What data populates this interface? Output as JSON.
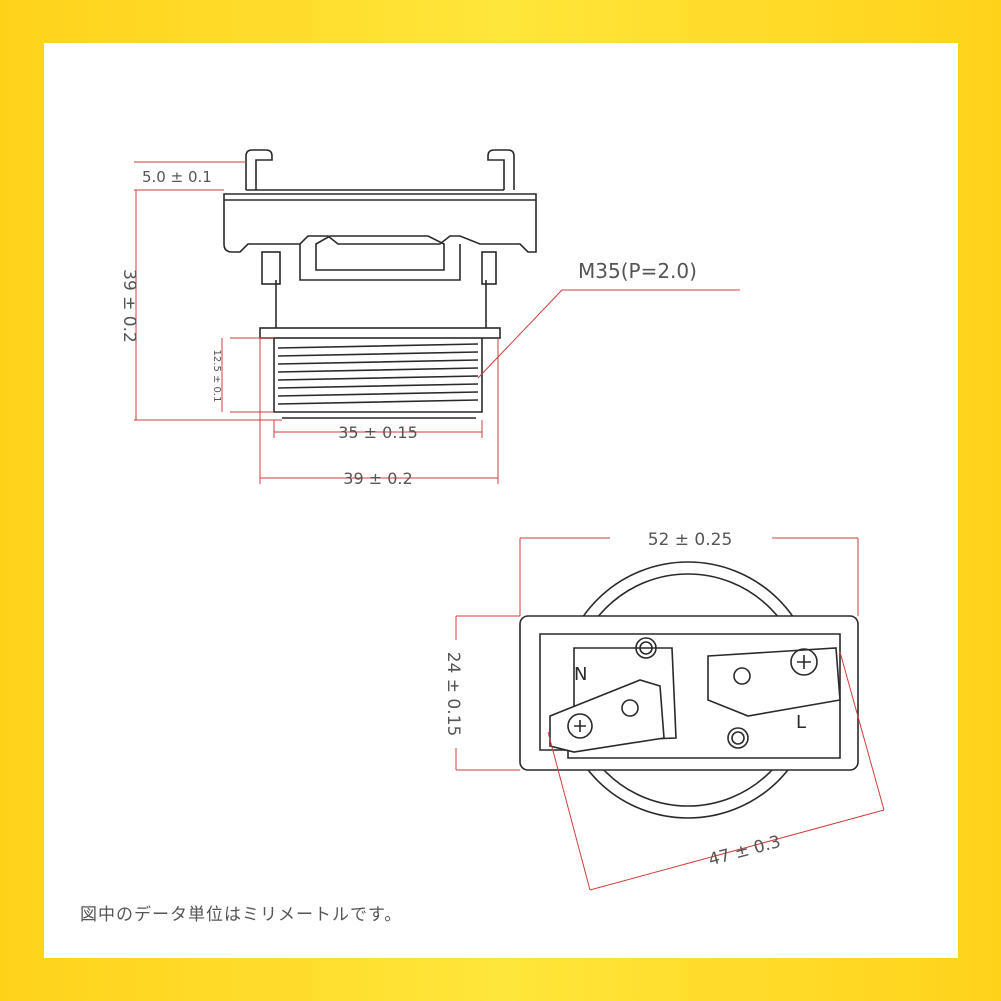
{
  "side_view": {
    "dims": {
      "tab_height": "5.0 ± 0.1",
      "total_height": "39 ± 0.2",
      "thread_length": "12.5 ± 0.1",
      "thread_diameter": "35 ± 0.15",
      "flange_diameter": "39 ± 0.2"
    },
    "thread_spec": "M35(P=2.0)"
  },
  "bottom_view": {
    "dims": {
      "width": "52 ± 0.25",
      "height": "24 ± 0.15",
      "diagonal": "47 ± 0.3"
    },
    "terminal_labels": {
      "neutral": "N",
      "live": "L"
    }
  },
  "note": "図中のデータ単位はミリメートルです。",
  "colors": {
    "frame": "#ffd21a",
    "dimension_line": "#d23c3c",
    "outline": "#2a2a2a"
  }
}
